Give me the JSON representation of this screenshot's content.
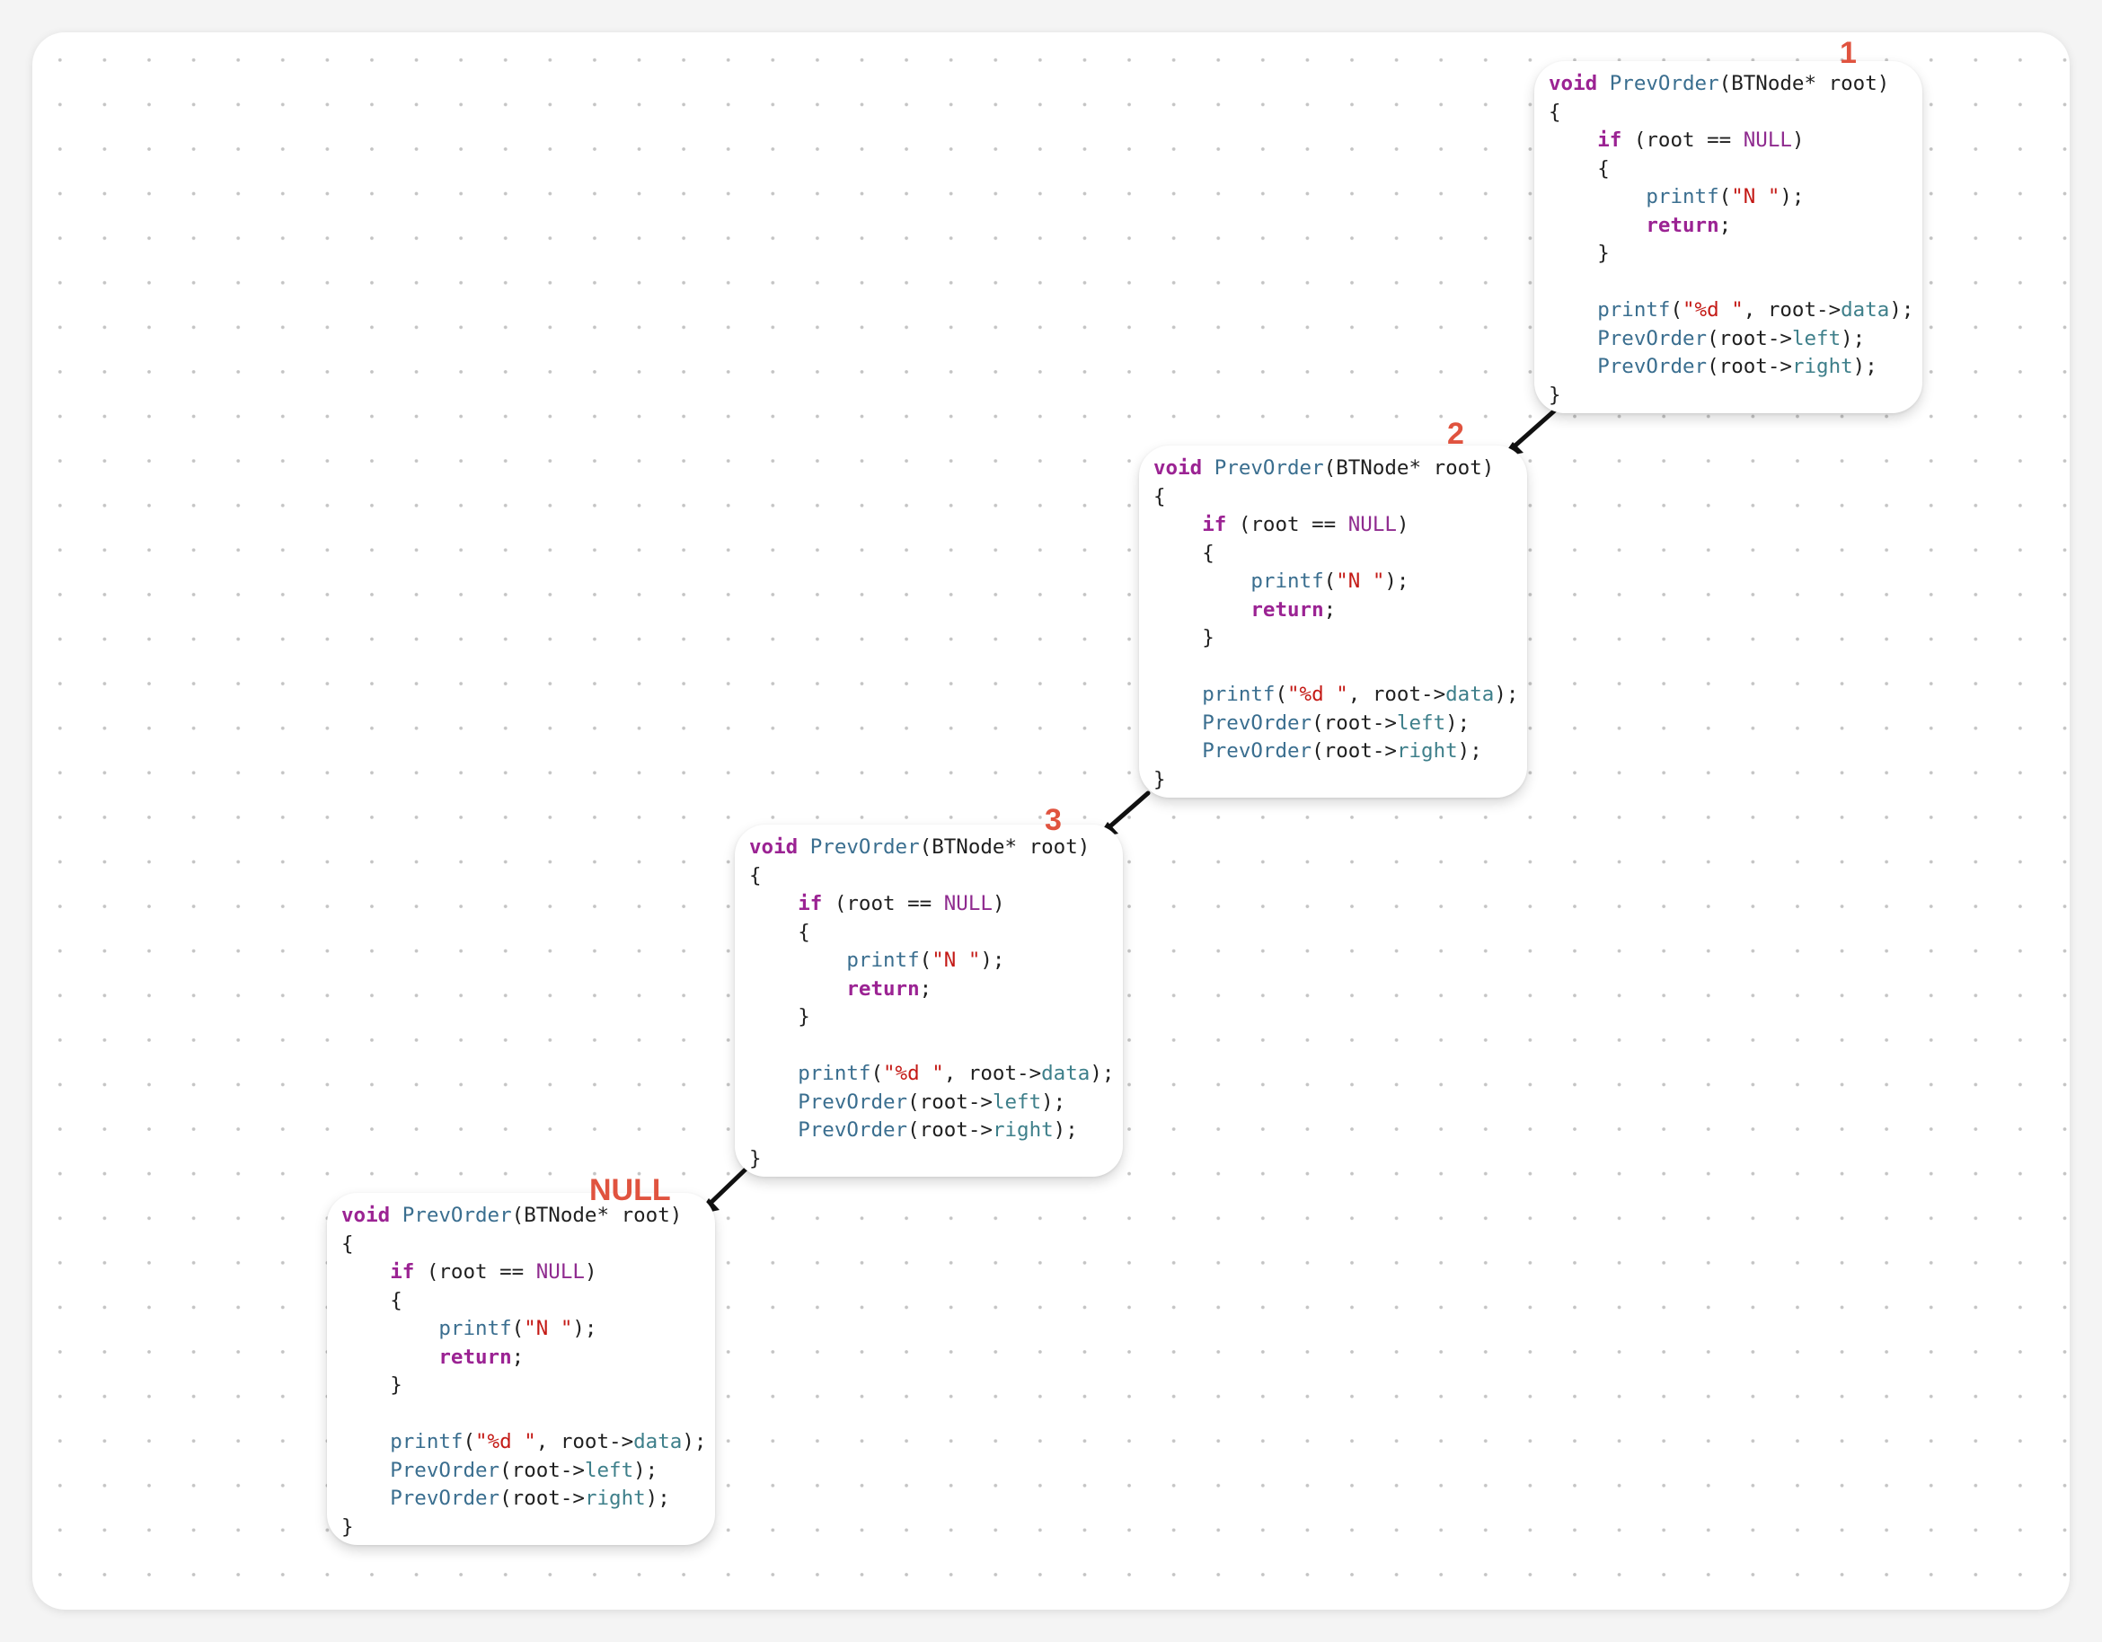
{
  "code": {
    "signature": {
      "kw": "void",
      "fn": "PrevOrder",
      "params": "(BTNode* root)"
    },
    "open_brace": "{",
    "close_brace": "}",
    "if_kw": "if",
    "if_cond_pre": " (root == ",
    "null_kw": "NULL",
    "if_cond_post": ")",
    "printf_fn": "printf",
    "str_n": "\"N \"",
    "call_close": ");",
    "return_kw": "return",
    "semicolon": ";",
    "str_d": "\"%d \"",
    "comma_root": ", root->",
    "data_member": "data",
    "paren_open": "(",
    "prevorder_fn": "PrevOrder",
    "root_arrow": "(root->",
    "left_member": "left",
    "right_member": "right"
  },
  "labels": [
    "1",
    "2",
    "3",
    "NULL"
  ],
  "colors": {
    "keyword": "#9b2393",
    "function": "#3a6e8f",
    "string": "#c41a16",
    "member": "#3e7f8a",
    "label": "#e0533f",
    "arrow": "#111111"
  }
}
